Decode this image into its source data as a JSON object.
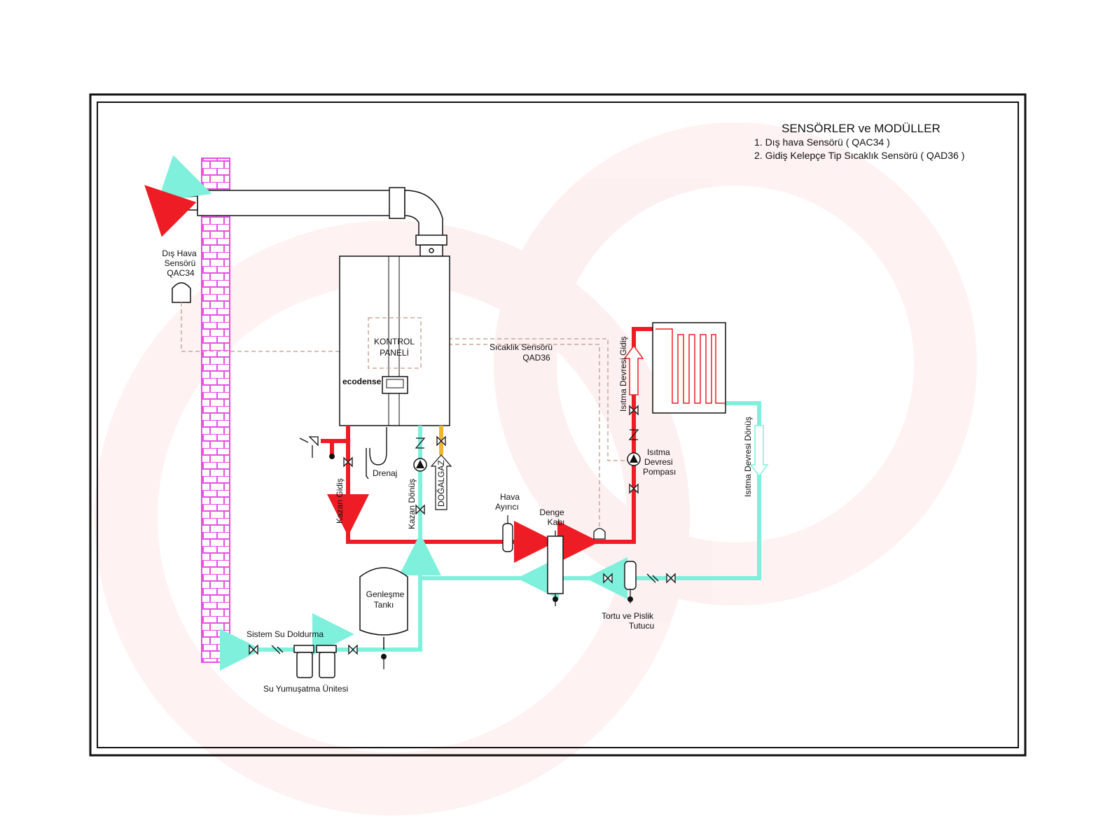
{
  "legend": {
    "title": "SENSÖRLER ve MODÜLLER",
    "items": [
      "1. Dış hava Sensörü ( QAC34 )",
      "2. Gidiş Kelepçe Tip Sıcaklık Sensörü ( QAD36 )"
    ]
  },
  "labels": {
    "outdoor_sensor": [
      "Dış Hava",
      "Sensörü",
      "QAC34"
    ],
    "control_panel": [
      "KONTROL",
      "PANELİ"
    ],
    "temp_sensor": [
      "Sıcaklık Sensörü",
      "QAD36"
    ],
    "brand": "ecodense",
    "drain": "Drenaj",
    "boiler_flow": "Kazan Gidiş",
    "boiler_return": "Kazan Dönüş",
    "gas": "DOĞALGAZ",
    "air_separator": [
      "Hava",
      "Ayırıcı"
    ],
    "balance_tank": [
      "Denge",
      "Kabı"
    ],
    "heating_flow": "Isıtma Devresi Gidiş",
    "heating_return": "Isıtma Devresi Dönüş",
    "heating_pump": [
      "Isıtma",
      "Devresi",
      "Pompası"
    ],
    "expansion_tank": [
      "Genleşme",
      "Tankı"
    ],
    "system_fill": "Sistem Su Doldurma",
    "softener": "Su Yumuşatma Ünitesi",
    "dirt_separator": [
      "Tortu ve Pislik",
      "Tutucu"
    ]
  },
  "colors": {
    "flow_pipe": "#ee1c25",
    "return_pipe": "#7ff0dc",
    "gas_pipe": "#f2b531",
    "chimney": "#e84ee6",
    "sensor_line": "#c8a89a",
    "frame": "#111111"
  }
}
